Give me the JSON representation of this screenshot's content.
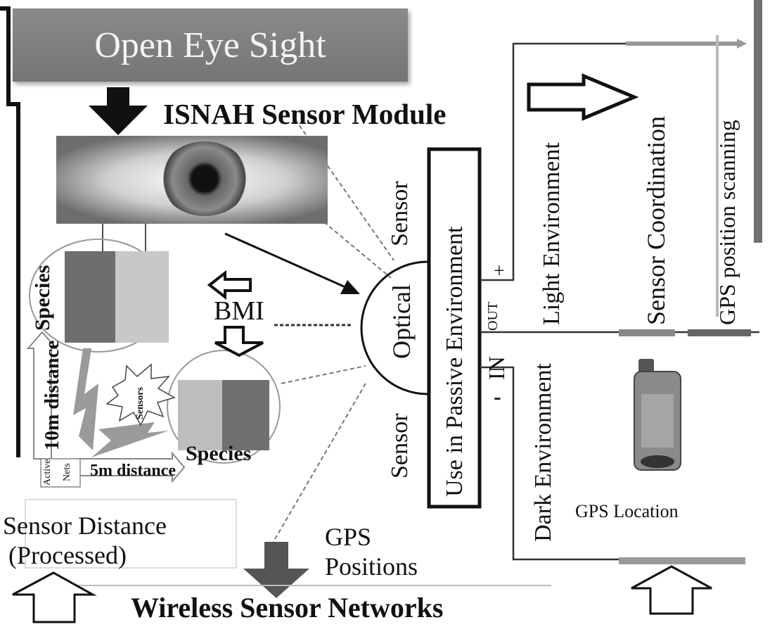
{
  "diagram": {
    "title": "Open Eye Sight",
    "module_title": "ISNAH Sensor Module",
    "left_cluster": {
      "species_top_label": "Species",
      "species_bottom_label": "Species",
      "bmi_label": "BMI",
      "sensors_burst_label": "Sensors",
      "ten_m_label": "10m distance",
      "five_m_label": "5m distance",
      "active_nets_line1": "Active",
      "active_nets_line2": "Nets"
    },
    "optical_cluster": {
      "sensor_top": "Sensor",
      "sensor_bottom": "Sensor",
      "optical_label": "Optical",
      "passive_box_label": "Use in Passive  Environment",
      "out_label": "OUT",
      "in_label": "IN",
      "plus_label": "+",
      "minus_label": "-"
    },
    "right_cluster": {
      "light_env": "Light Environment",
      "dark_env": "Dark Environment",
      "sensor_coordination": "Sensor Coordination",
      "gps_scanning": "GPS position scanning",
      "gps_location": "GPS Location"
    },
    "bottom": {
      "sensor_distance_line1": "Sensor Distance",
      "sensor_distance_line2": "(Processed)",
      "gps_positions_line1": "GPS",
      "gps_positions_line2": "Positions",
      "footer_title": "Wireless Sensor Networks"
    },
    "colors": {
      "title_box": "#7f7f7f",
      "title_text": "#f4f4f4",
      "gray_bar": "#8c8c8c",
      "dark_arrow": "#555555",
      "line": "#222222"
    }
  }
}
